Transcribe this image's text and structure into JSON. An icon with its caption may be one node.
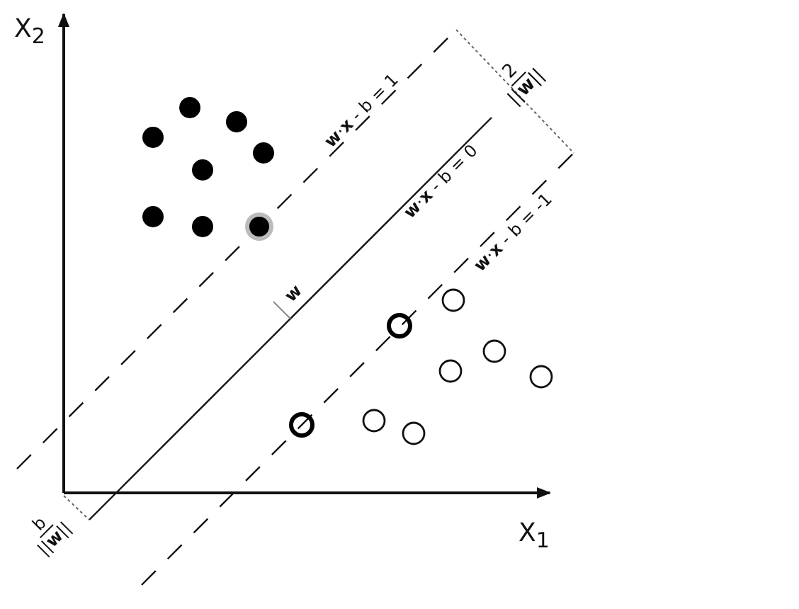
{
  "diagram": {
    "labels": [
      "X$_{2}$",
      "2",
      "||**w**||",
      "**w**·**x** - b = 1",
      "**w**·**x** - b = 0",
      "**w**·**x** - b = -1",
      "**w**",
      "X$_{1}$",
      "b",
      "||**w**||"
    ]
  }
}
